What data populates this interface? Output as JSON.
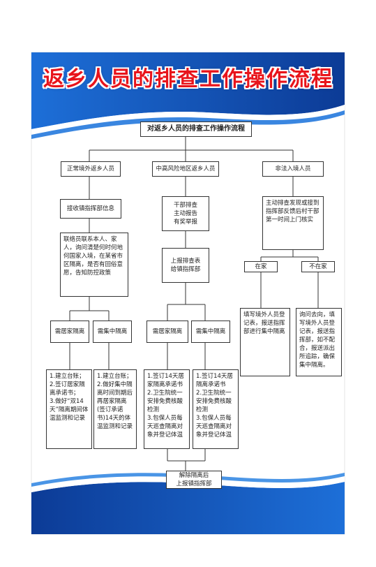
{
  "title": "返乡人员的排查工作操作流程",
  "colors": {
    "primary_blue": "#1a5fc8",
    "deep_blue": "#0d3f9e",
    "title_red": "#e8141b"
  },
  "flow": {
    "main": "对返乡人员的排查工作操作流程",
    "col1": {
      "header": "正常境外返乡人员",
      "step1": "接收镇指挥部信息",
      "step2": "联络员联系本人、家人，询问清楚何时何地何国家入境，在某省市区隔离，是否有回俗意愿，告知防控政策",
      "branch_a": "需居家隔离",
      "branch_b": "需集中隔离",
      "detail_a": "1.建立台账；\n2.签订居家隔离承诺书；\n3.做好“双14天”隔离期间体温监测和记录",
      "detail_b": "1.建立台账；\n2.做好集中隔离时间到期后再居家隔离(签订承诺书)14天的体温监测和记录"
    },
    "col2": {
      "header": "中高风险地区返乡人员",
      "step1": "干部排查\n主动报告\n有奖举报",
      "step2": "上报排查表\n给镇指挥部",
      "branch_a": "需居家隔离",
      "branch_b": "需集中隔离",
      "detail_a": "1.签订14天居家隔离承诺书\n2.卫生院统一安排免费核酸检测\n3.包保人员每天巡查隔离对象并登记体温",
      "detail_b": "1.签订14天居隔离承诺书\n2.卫生院统一安排免费核酸检测\n3.包保人员每天巡查隔离对象并登记体温",
      "final": "解除隔离后\n上报镇指挥部"
    },
    "col3": {
      "header": "非法入境人员",
      "step1": "主动排查发现或接到指挥部反馈后村干部第一时间上门核实",
      "branch_a": "在家",
      "branch_b": "不在家",
      "detail_a": "填写境外人员登记表，报送指挥部进行集中隔离",
      "detail_b": "询问去向，填写境外人员登记表，报送指挥部，如不配合，报送派出所追踪，确保集中隔离。"
    }
  }
}
